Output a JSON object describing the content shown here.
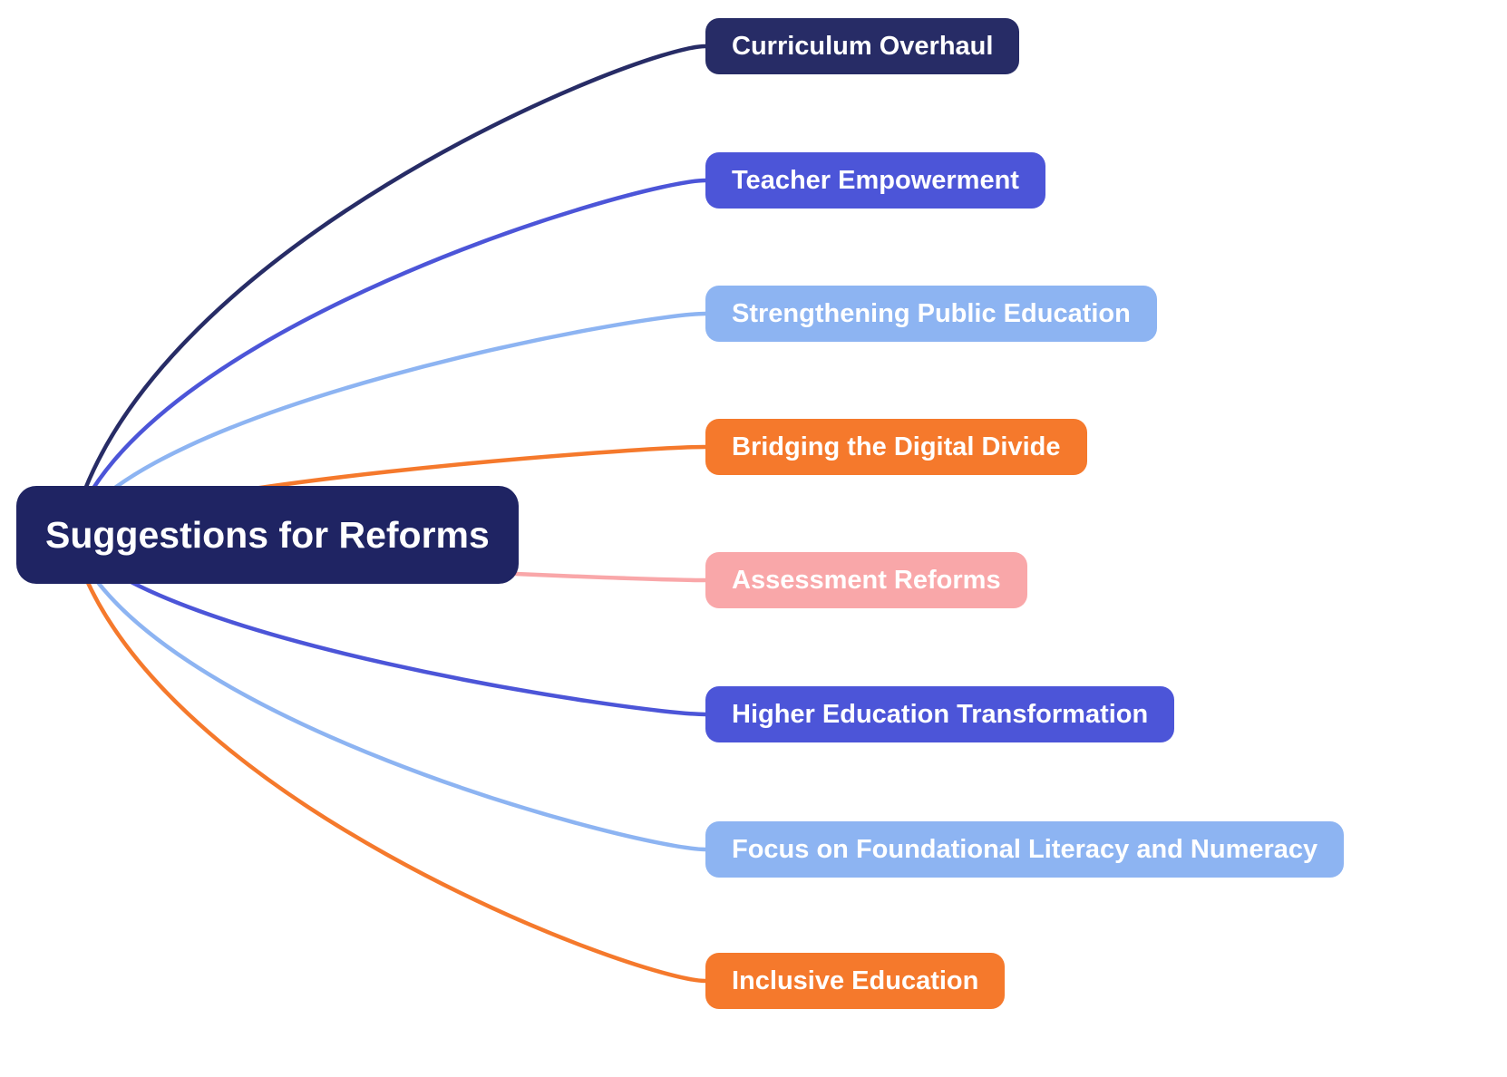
{
  "diagram": {
    "type": "mindmap",
    "root": {
      "label": "Suggestions for Reforms",
      "bg_color": "#1f2463",
      "text_color": "#ffffff"
    },
    "branches": [
      {
        "label": "Curriculum Overhaul",
        "color": "#272c66"
      },
      {
        "label": "Teacher Empowerment",
        "color": "#4c55d8"
      },
      {
        "label": "Strengthening Public Education",
        "color": "#8db4f2"
      },
      {
        "label": "Bridging the Digital Divide",
        "color": "#f5792c"
      },
      {
        "label": "Assessment Reforms",
        "color": "#f9a7a9"
      },
      {
        "label": "Higher Education Transformation",
        "color": "#4c55d8"
      },
      {
        "label": "Focus on Foundational Literacy and Numeracy",
        "color": "#8db4f2"
      },
      {
        "label": "Inclusive Education",
        "color": "#f5792c"
      }
    ]
  }
}
